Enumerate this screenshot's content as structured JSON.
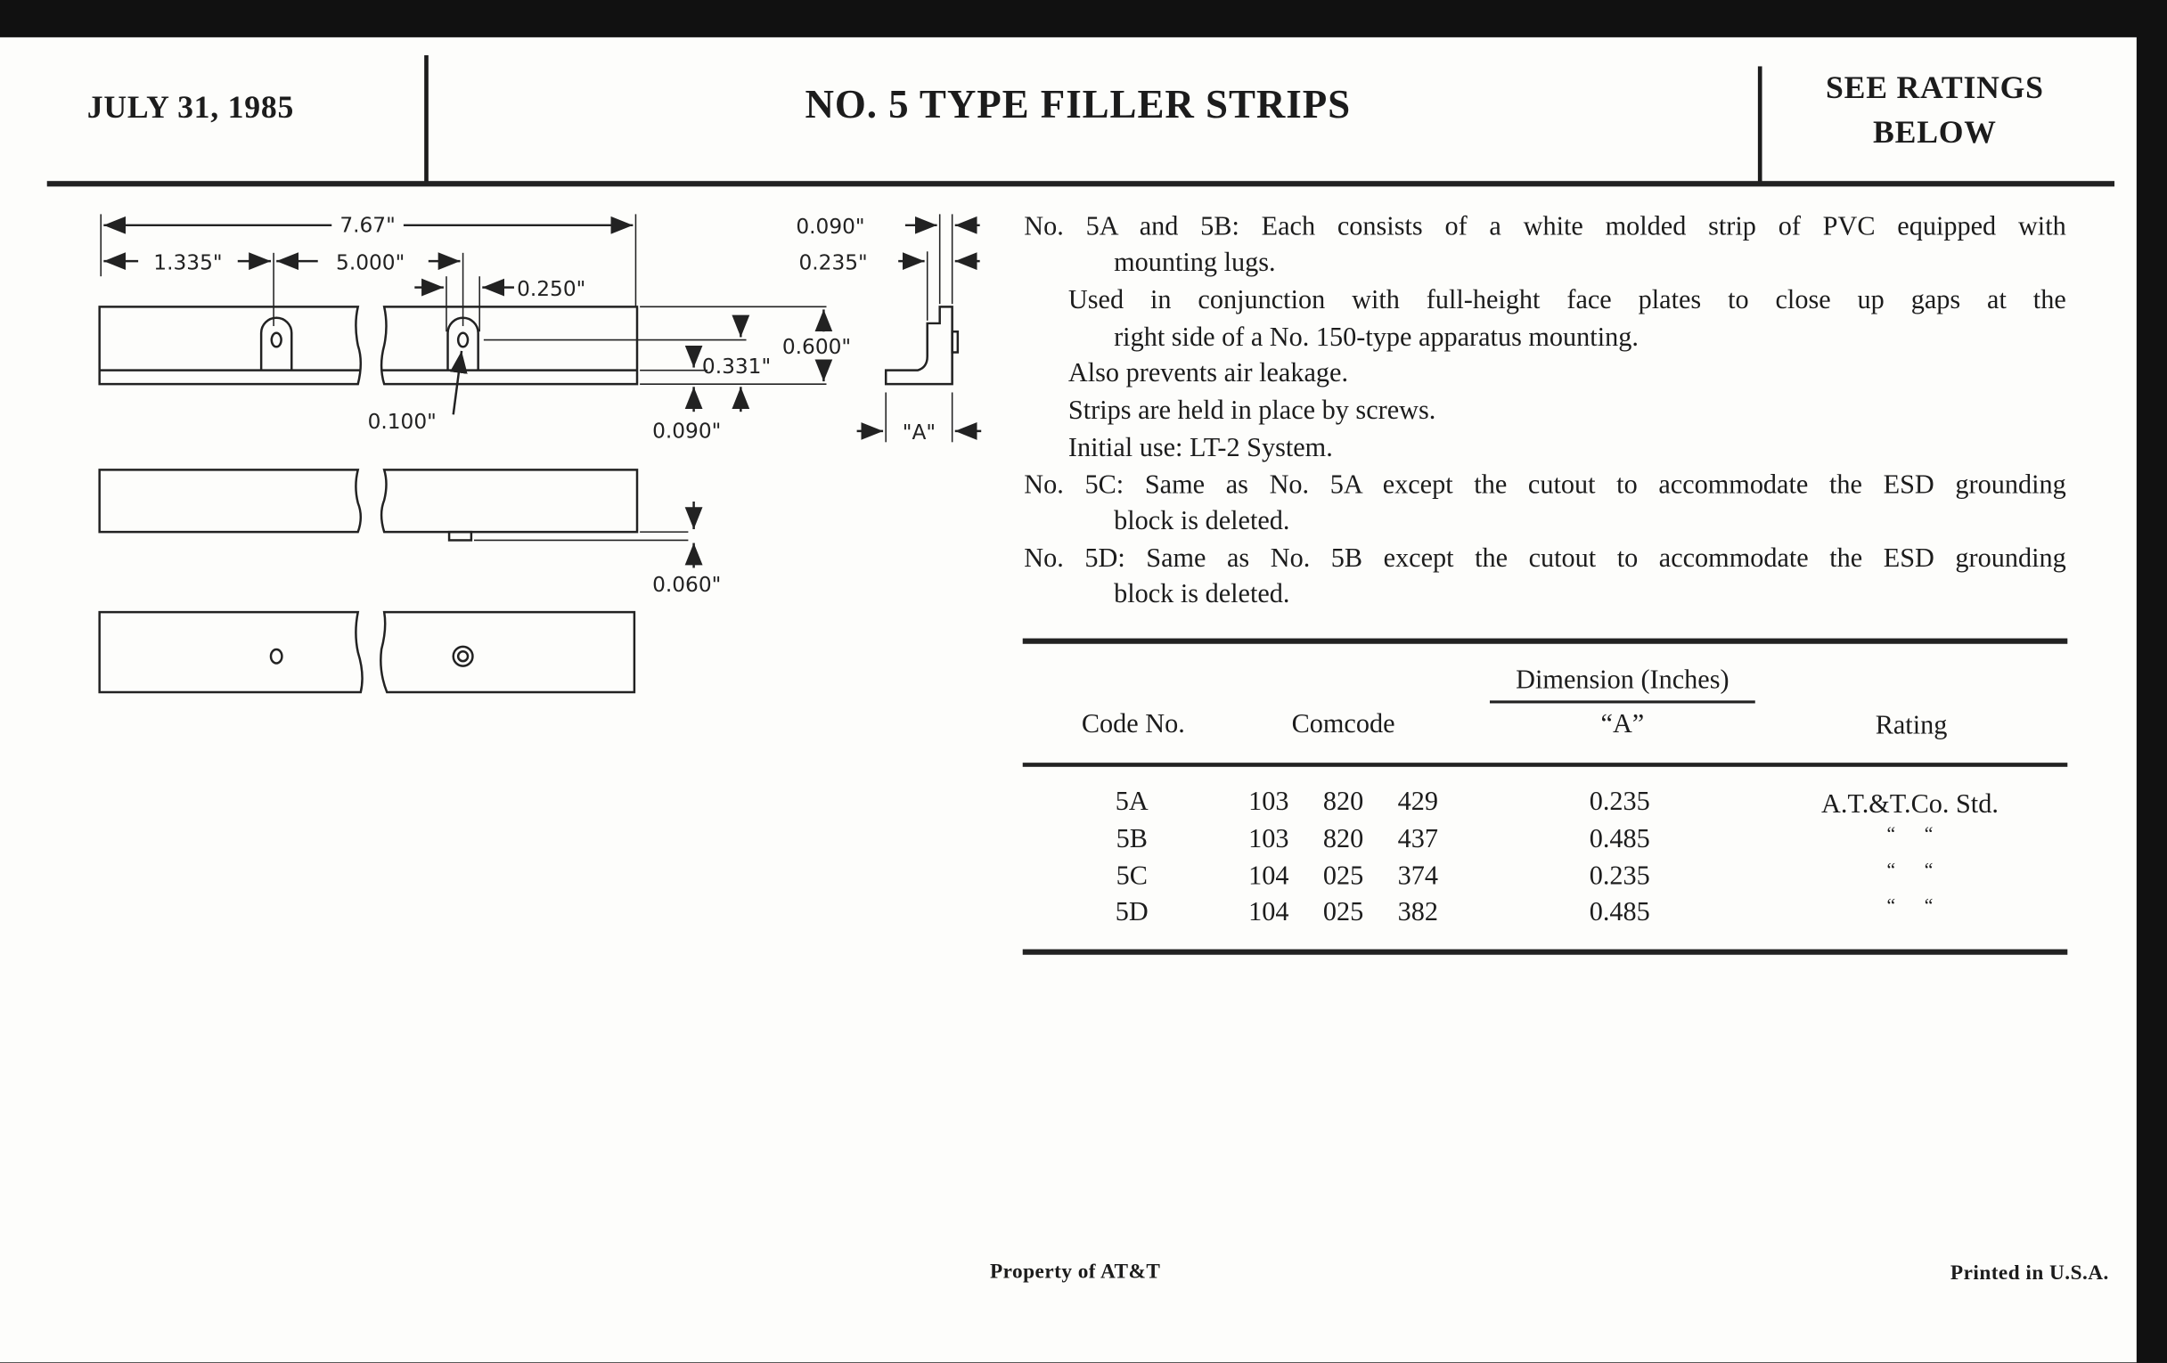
{
  "header": {
    "date": "JULY 31, 1985",
    "title": "NO. 5 TYPE FILLER STRIPS",
    "ratings_line1": "SEE RATINGS",
    "ratings_line2": "BELOW"
  },
  "drawing": {
    "overall_length": "7.67\"",
    "lug_offset": "1.335\"",
    "lug_spacing": "5.000\"",
    "lug_width": "0.250\"",
    "hole_dia": "0.100\"",
    "hole_height": "0.331\"",
    "strip_height": "0.600\"",
    "lip_thickness": "0.090\"",
    "profile_thickness": "0.090\"",
    "profile_step": "0.235\"",
    "profile_a": "\"A\"",
    "tab_depth": "0.060\""
  },
  "description": {
    "lines": [
      "No. 5A and 5B: Each consists of a white molded strip of PVC equipped with",
      "mounting lugs.",
      "Used in conjunction with full-height face plates to close up gaps at the",
      "right side of a No. 150-type apparatus mounting.",
      "Also prevents air leakage.",
      "Strips are held in place by screws.",
      "Initial use: LT-2 System.",
      "No. 5C: Same as No. 5A except the cutout to accommodate the ESD grounding",
      "block is deleted.",
      "No. 5D: Same as No. 5B except the cutout to accommodate the ESD grounding",
      "block is deleted."
    ]
  },
  "table": {
    "group_header": "Dimension (Inches)",
    "columns": [
      "Code No.",
      "Comcode",
      "“A”",
      "Rating"
    ],
    "rows": [
      {
        "code": "5A",
        "comcode": [
          "103",
          "820",
          "429"
        ],
        "a": "0.235",
        "rating": "A.T.&T.Co. Std."
      },
      {
        "code": "5B",
        "comcode": [
          "103",
          "820",
          "437"
        ],
        "a": "0.485",
        "rating": "“      “"
      },
      {
        "code": "5C",
        "comcode": [
          "104",
          "025",
          "374"
        ],
        "a": "0.235",
        "rating": "“      “"
      },
      {
        "code": "5D",
        "comcode": [
          "104",
          "025",
          "382"
        ],
        "a": "0.485",
        "rating": "“      “"
      }
    ]
  },
  "footer": {
    "property": "Property of AT&T",
    "printed": "Printed in U.S.A."
  }
}
